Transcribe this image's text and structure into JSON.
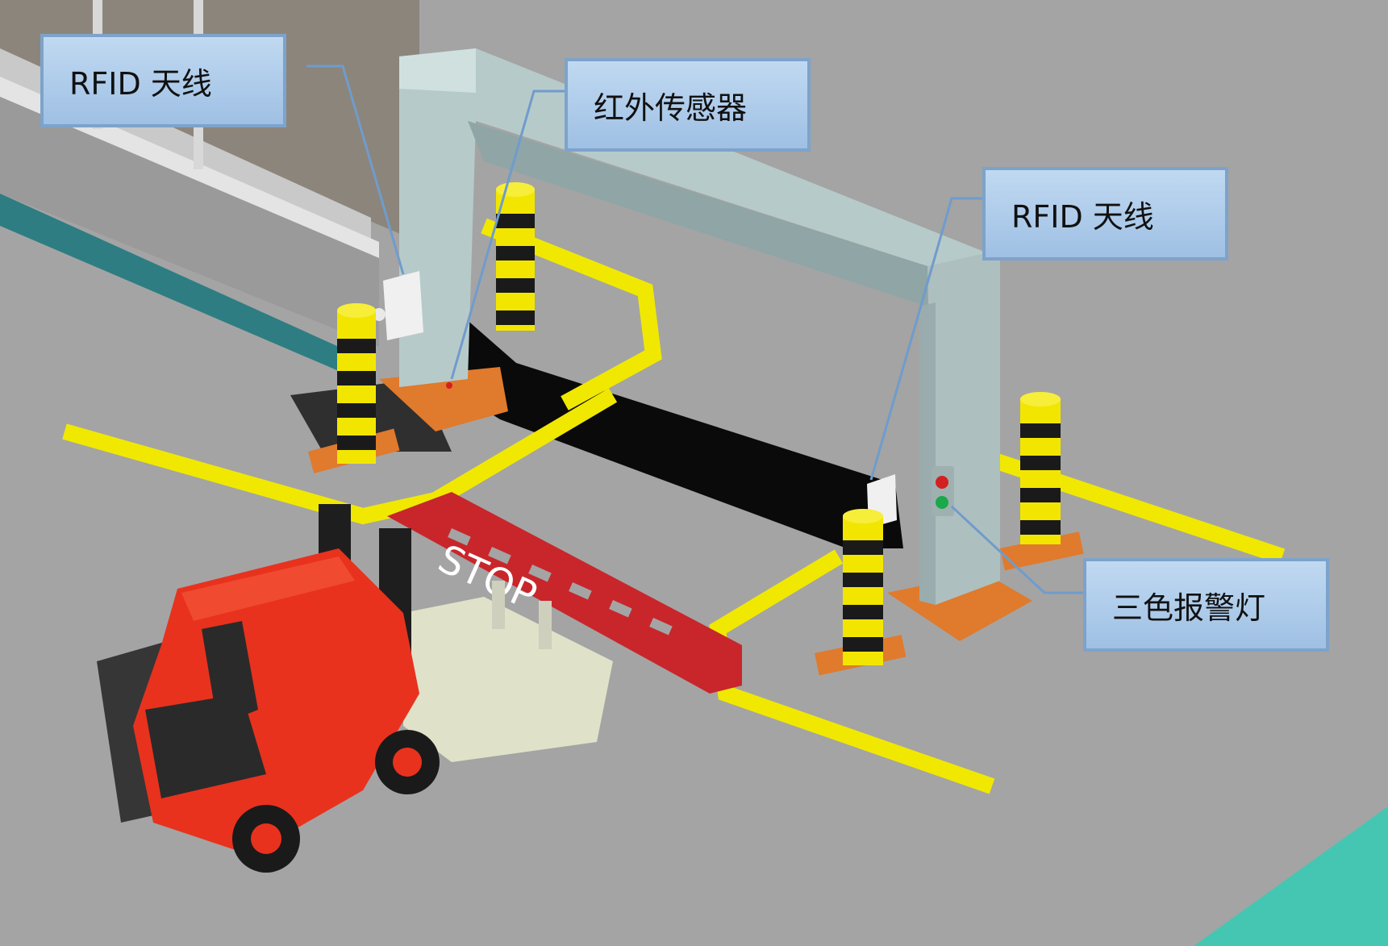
{
  "diagram": {
    "type": "3D scene illustration: forklift RFID gate checkpoint",
    "callouts": [
      {
        "id": "rfid-antenna-left",
        "label": "RFID 天线",
        "target": "left RFID reader on gate pillar"
      },
      {
        "id": "infrared-sensor",
        "label": "红外传感器",
        "target": "red infrared sensor dot on left pillar"
      },
      {
        "id": "rfid-antenna-right",
        "label": "RFID 天线",
        "target": "right RFID reader on gate pillar"
      },
      {
        "id": "tri-color-alarm",
        "label": "三色报警灯",
        "target": "red/green alarm light on right pillar"
      }
    ],
    "floor_marking": {
      "text": "STOP",
      "color": "#c8262b"
    },
    "alarm_light_colors": {
      "red": "#d32020",
      "green": "#1aa84a"
    },
    "colors": {
      "floor": "#a3a3a3",
      "gate": "#b9cccb",
      "gate_base": "#e07a2c",
      "bollard_yellow": "#f2e600",
      "bollard_black": "#1a1a1a",
      "lane_line": "#f2ea00",
      "forklift": "#e8321e",
      "pallet": "#dfe2c8",
      "teal_strip": "#3dbfb0",
      "wall": "#8f877d",
      "callout_border": "#7da3cb",
      "callout_fill": "#b3d0ee",
      "leader_line": "#6f9ccc"
    }
  }
}
